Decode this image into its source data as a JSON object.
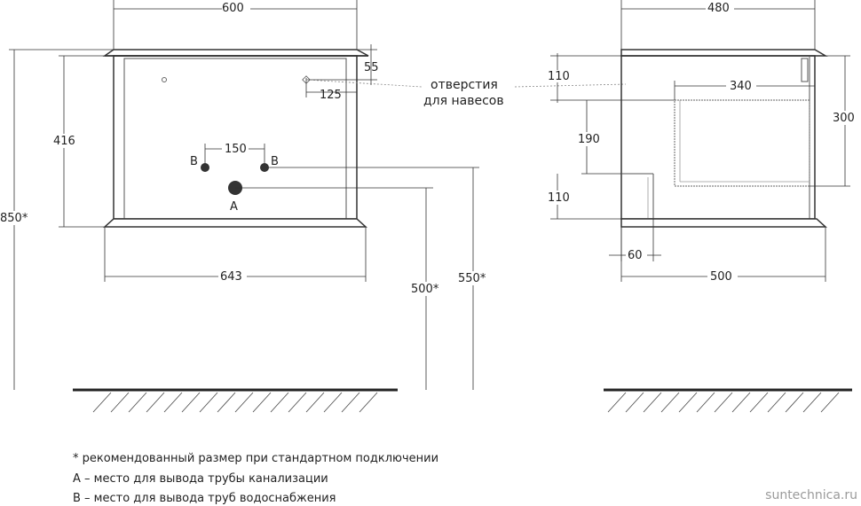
{
  "front_view": {
    "width_top": "600",
    "width_bottom": "643",
    "height_total": "850*",
    "height_body": "416",
    "top_offset": "55",
    "hole_offset": "125",
    "pipe_spacing": "150",
    "drain_height": "500*",
    "supply_height": "550*",
    "label_a": "A",
    "label_b": "B"
  },
  "side_view": {
    "depth_top": "480",
    "depth_bottom": "500",
    "dim_110_top": "110",
    "dim_340": "340",
    "dim_300": "300",
    "dim_190": "190",
    "dim_110_bottom": "110",
    "dim_60": "60"
  },
  "callout": {
    "line1": "отверстия",
    "line2": "для навесов"
  },
  "legend": {
    "note_recommended": "* рекомендованный размер при стандартном подключении",
    "note_a": "А – место для вывода трубы канализации",
    "note_b": "В – место для вывода труб водоснабжения"
  },
  "watermark": "suntechnica.ru"
}
